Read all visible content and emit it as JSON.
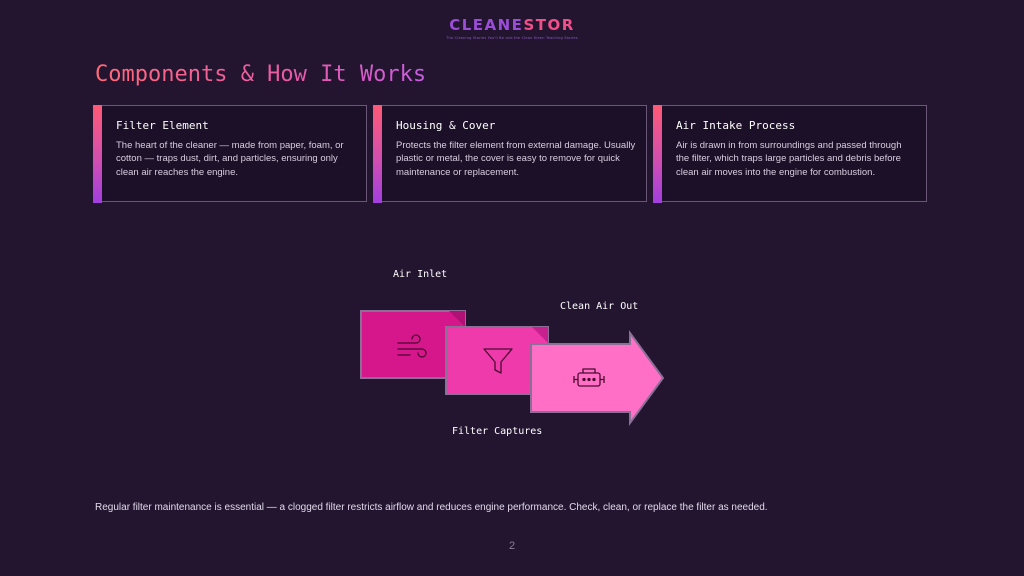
{
  "brand": {
    "name_part1": "CLEANE",
    "name_part2": "STOR",
    "tagline": "The Cleaning Stories You'll Be and the Clean Kleen Teaching Stories"
  },
  "slide": {
    "title": "Components & How It Works",
    "page_number": "2",
    "footer_note": "Regular filter maintenance is essential — a clogged filter restricts airflow and reduces engine performance. Check, clean, or replace the filter as needed."
  },
  "cards": [
    {
      "title": "Filter Element",
      "body": "The heart of the cleaner — made from paper, foam, or cotton — traps dust, dirt, and particles, ensuring only clean air reaches the engine."
    },
    {
      "title": "Housing & Cover",
      "body": "Protects the filter element from external damage. Usually plastic or metal, the cover is easy to remove for quick maintenance or replacement."
    },
    {
      "title": "Air Intake Process",
      "body": "Air is drawn in from surroundings and passed through the filter, which traps large particles and debris before clean air moves into the engine for combustion."
    }
  ],
  "diagram": {
    "labels": {
      "inlet": "Air Inlet",
      "filter": "Filter Captures",
      "outlet": "Clean Air Out"
    },
    "colors": {
      "step1": "#d6178c",
      "step2": "#ee3aab",
      "step3": "#ff6fc6",
      "outline": "#8b6f96"
    },
    "icons": [
      "wind-icon",
      "funnel-icon",
      "engine-icon"
    ]
  }
}
